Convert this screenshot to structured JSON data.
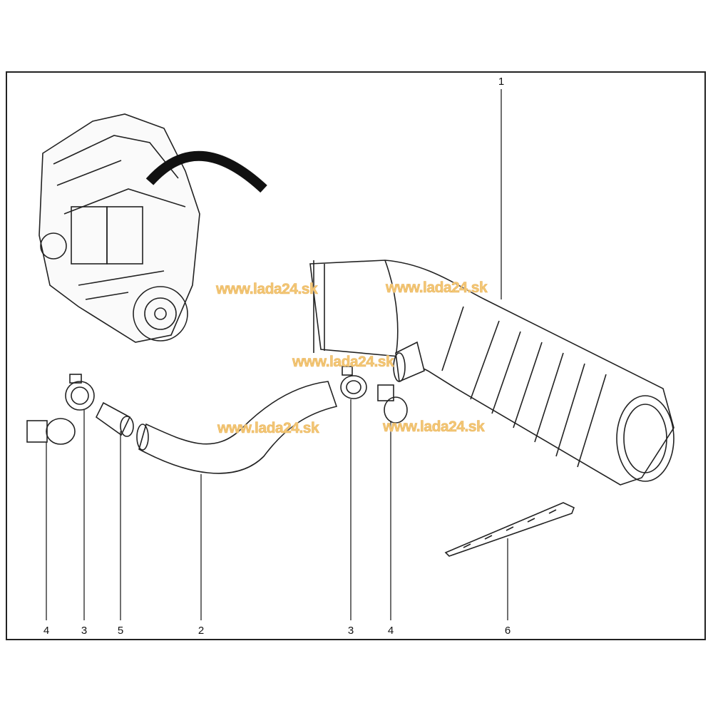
{
  "callouts": {
    "top": [
      "1"
    ],
    "bottom": [
      "4",
      "3",
      "5",
      "2",
      "3",
      "4",
      "6"
    ]
  },
  "watermarks": [
    "www.lada24.sk",
    "www.lada24.sk",
    "www.lada24.sk",
    "www.lada24.sk",
    "www.lada24.sk"
  ],
  "colors": {
    "watermark": "#f3c776",
    "line": "#222222"
  }
}
